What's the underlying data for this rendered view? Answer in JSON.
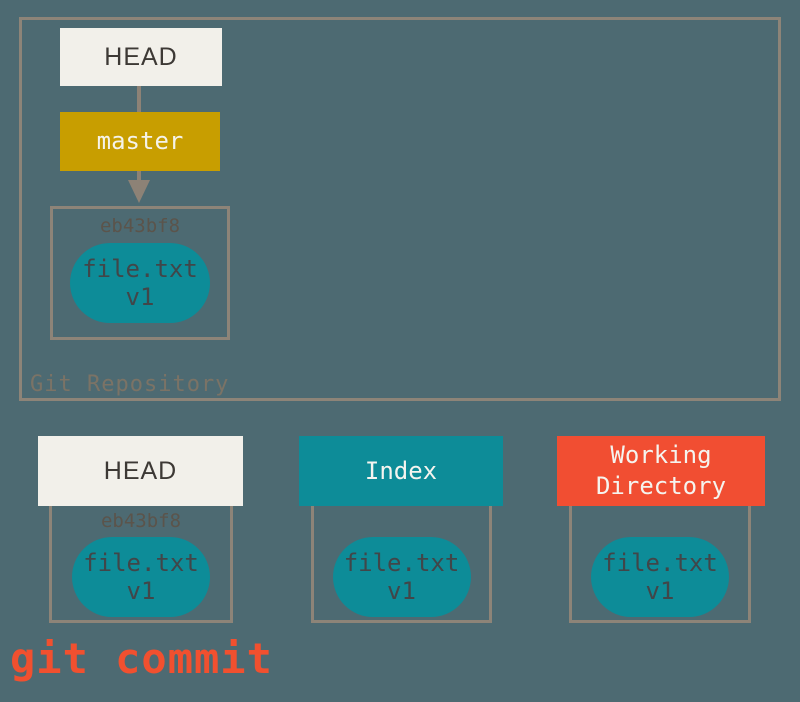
{
  "diagram": {
    "repository": {
      "label": "Git Repository",
      "head_pointer": "HEAD",
      "branch": "master",
      "commit": {
        "hash": "eb43bf8",
        "file_name": "file.txt",
        "file_version": "v1"
      }
    },
    "sections": [
      {
        "title": "HEAD",
        "hash": "eb43bf8",
        "file_name": "file.txt",
        "file_version": "v1"
      },
      {
        "title": "Index",
        "file_name": "file.txt",
        "file_version": "v1"
      },
      {
        "title": "Working Directory",
        "file_name": "file.txt",
        "file_version": "v1"
      }
    ],
    "command": "git commit",
    "colors": {
      "background": "#4d6a72",
      "teal": "#0d8c98",
      "gold": "#c89e00",
      "red_orange": "#f14e32",
      "cream": "#f2f0ea",
      "border_gray": "#8d8478",
      "command_text": "#f1502f"
    }
  }
}
